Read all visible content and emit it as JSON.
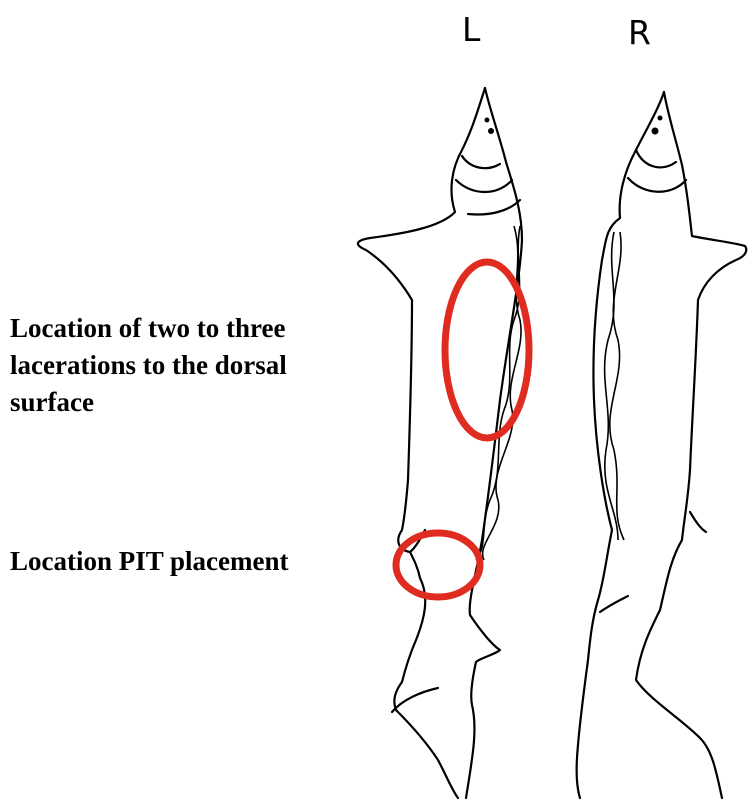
{
  "labels": {
    "left": "L",
    "right": "R"
  },
  "annotations": {
    "lacerations": [
      "Location of two to three",
      "lacerations to the dorsal",
      "surface"
    ],
    "pit": "Location PIT placement"
  },
  "colors": {
    "outline": "#000000",
    "marker": "#e02b20",
    "background": "#ffffff"
  }
}
